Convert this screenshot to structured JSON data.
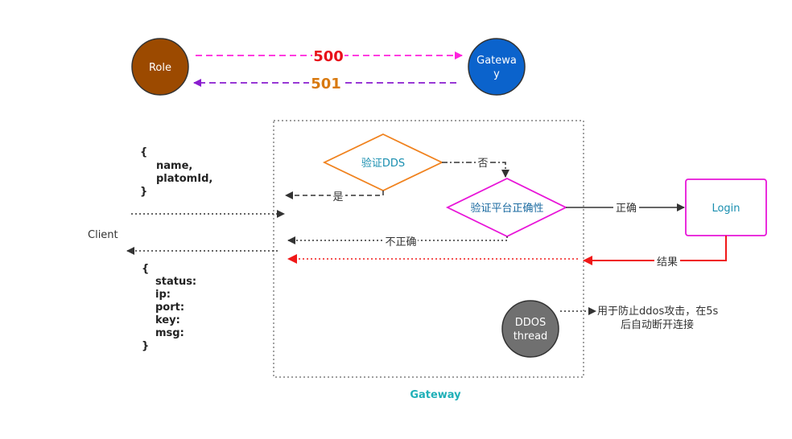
{
  "nodes": {
    "role": {
      "label": "Role",
      "fill": "#9c4a00"
    },
    "gateway_top": {
      "line1": "Gatewa",
      "line2": "y",
      "fill": "#0b63cc"
    },
    "verify_dds": {
      "label": "验证DDS",
      "stroke": "#f0821e"
    },
    "verify_platform": {
      "label": "验证平台正确性",
      "stroke": "#e815d8"
    },
    "login": {
      "label": "Login",
      "stroke": "#e815d8",
      "text_color": "#1a8fb0"
    },
    "ddos_thread": {
      "line1": "DDOS",
      "line2": "thread",
      "fill": "#707070"
    },
    "client": {
      "label": "Client"
    }
  },
  "edges": {
    "code_500": {
      "label": "500",
      "color": "#ff22dd",
      "label_color": "#e8101a"
    },
    "code_501": {
      "label": "501",
      "color": "#8a1ccf",
      "label_color": "#d97a10"
    },
    "no_label": "否",
    "yes_label": "是",
    "correct_label": "正确",
    "incorrect_label": "不正确",
    "result_label": "结果",
    "result_color": "#f01818"
  },
  "request": {
    "open": "{",
    "fields": [
      "name,",
      "platomId,"
    ],
    "close": "}"
  },
  "response": {
    "open": "{",
    "fields": [
      "status:",
      "ip:",
      "port:",
      "key:",
      "msg:"
    ],
    "close": "}"
  },
  "ddos_note": {
    "line1": "用于防止ddos攻击，在5s",
    "line2": "后自动断开连接"
  },
  "gateway_box": {
    "label": "Gateway",
    "label_color": "#20b0b8"
  }
}
